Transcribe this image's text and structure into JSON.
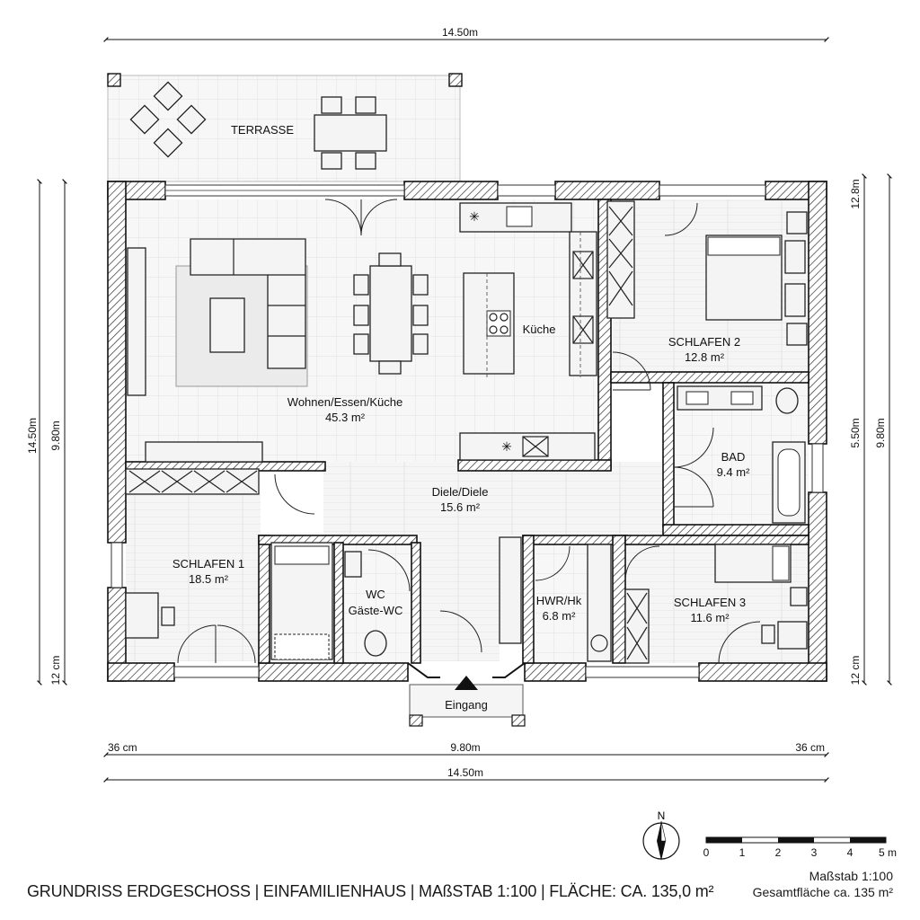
{
  "dimensions": {
    "top_total": "14.50m",
    "bottom_left": "36 cm",
    "bottom_mid": "9.80m",
    "bottom_right": "36 cm",
    "bottom_total": "14.50m",
    "left_total": "14.50m",
    "left_inner": "9.80m",
    "left_bottom": "12 cm",
    "right_top": "12.8m",
    "right_mid": "5.50m",
    "right_inner": "9.80m",
    "right_bottom": "12 cm"
  },
  "rooms": {
    "terrasse": "TERRASSE",
    "wohnen_name": "Wohnen/Essen/Küche",
    "wohnen_area": "45.3 m²",
    "kueche": "Küche",
    "schlafen2_name": "SCHLAFEN 2",
    "schlafen2_area": "12.8 m²",
    "bad_name": "BAD",
    "bad_area": "9.4 m²",
    "diele_name": "Diele/Diele",
    "diele_area": "15.6 m²",
    "schlafen1_name": "SCHLAFEN 1",
    "schlafen1_area": "18.5 m²",
    "wc_name": "WC",
    "wc_sub": "Gäste-WC",
    "hwr_name": "HWR/Hk",
    "hwr_area": "6.8 m²",
    "schlafen3_name": "SCHLAFEN 3",
    "schlafen3_area": "11.6 m²",
    "eingang": "Eingang"
  },
  "compass": {
    "north": "N"
  },
  "scale_bar": {
    "ticks": [
      "0",
      "1",
      "2",
      "3",
      "4",
      "5 m"
    ]
  },
  "footer": {
    "title": "GRUNDRISS ERDGESCHOSS | EINFAMILIENHAUS | MAßSTAB 1:100 | FLÄCHE: CA. 135,0 m²",
    "scale": "Maßstab 1:100",
    "total_area": "Gesamtfläche ca. 135 m²"
  }
}
